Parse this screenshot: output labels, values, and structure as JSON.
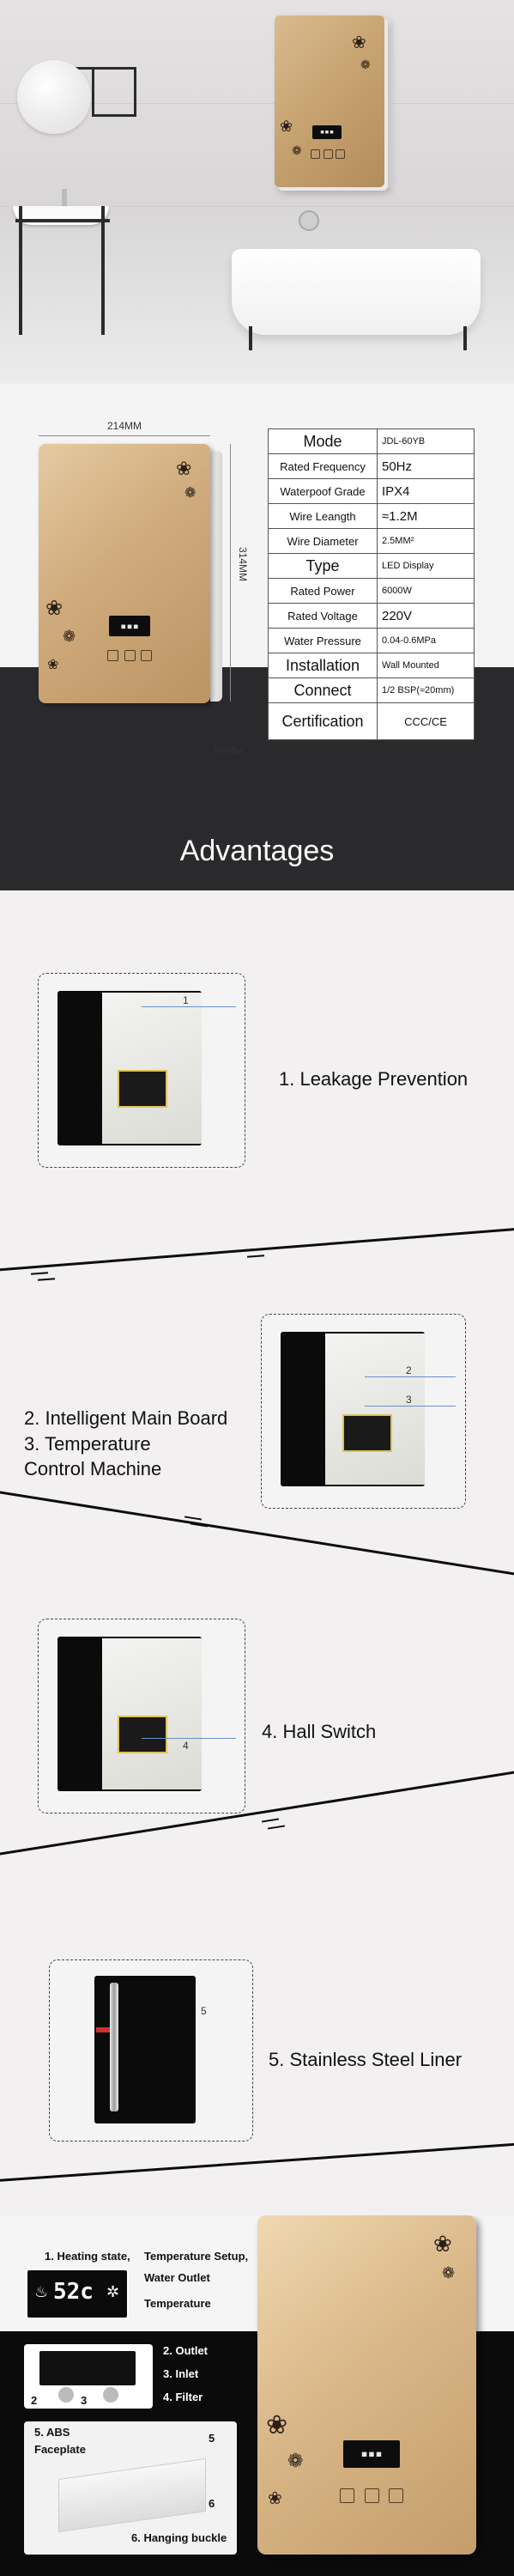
{
  "specs": {
    "width_label": "214MM",
    "height_label": "314MM",
    "depth_label": "68MM",
    "rows": [
      {
        "key": "Mode",
        "value": "JDL-60YB"
      },
      {
        "key": "Rated Frequency",
        "value": "50Hz"
      },
      {
        "key": "Waterpoof Grade",
        "value": "IPX4"
      },
      {
        "key": "Wire Leangth",
        "value": "≈1.2M"
      },
      {
        "key": "Wire Diameter",
        "value": "2.5MM²"
      },
      {
        "key": "Type",
        "value": "LED Display"
      },
      {
        "key": "Rated Power",
        "value": "6000W"
      },
      {
        "key": "Rated Voltage",
        "value": "220V"
      },
      {
        "key": "Water Pressure",
        "value": "0.04-0.6MPa"
      },
      {
        "key": "Installation",
        "value": "Wall Mounted"
      },
      {
        "key": "Connect",
        "value": "1/2 BSP(≈20mm)"
      },
      {
        "key": "Certification",
        "value": "CCC/CE"
      }
    ],
    "section_title": "Advantages"
  },
  "features": [
    {
      "title": "1. Leakage Prevention",
      "callouts": [
        "1"
      ]
    },
    {
      "title": "2. Intelligent Main Board",
      "title2": "3. Temperature",
      "title3": "Control Machine",
      "callouts": [
        "2",
        "3"
      ]
    },
    {
      "title": "4. Hall Switch",
      "callouts": [
        "4"
      ]
    },
    {
      "title": "5. Stainless Steel Liner",
      "callouts": [
        "5"
      ]
    }
  ],
  "bottom": {
    "labels": {
      "heating": "1. Heating state,",
      "temp_setup": "Temperature Setup,",
      "water_outlet": "Water Outlet",
      "temperature": "Temperature",
      "outlet": "2. Outlet",
      "inlet": "3. Inlet",
      "filter": "4. Filter",
      "abs": "5. ABS",
      "faceplate": "Faceplate",
      "hanging": "6. Hanging buckle",
      "n2": "2",
      "n3": "3",
      "n5": "5",
      "n6": "6"
    },
    "display_reading": "52c"
  },
  "colors": {
    "gold_light": "#e5caa2",
    "gold_dark": "#bb9464",
    "dark_band": "#2a2a2c",
    "guide_blue": "#6a8fd0"
  },
  "icons": [
    "flower-decoration-icon",
    "power-icon",
    "minus-icon",
    "plus-icon",
    "flame-icon",
    "snowflake-icon"
  ]
}
